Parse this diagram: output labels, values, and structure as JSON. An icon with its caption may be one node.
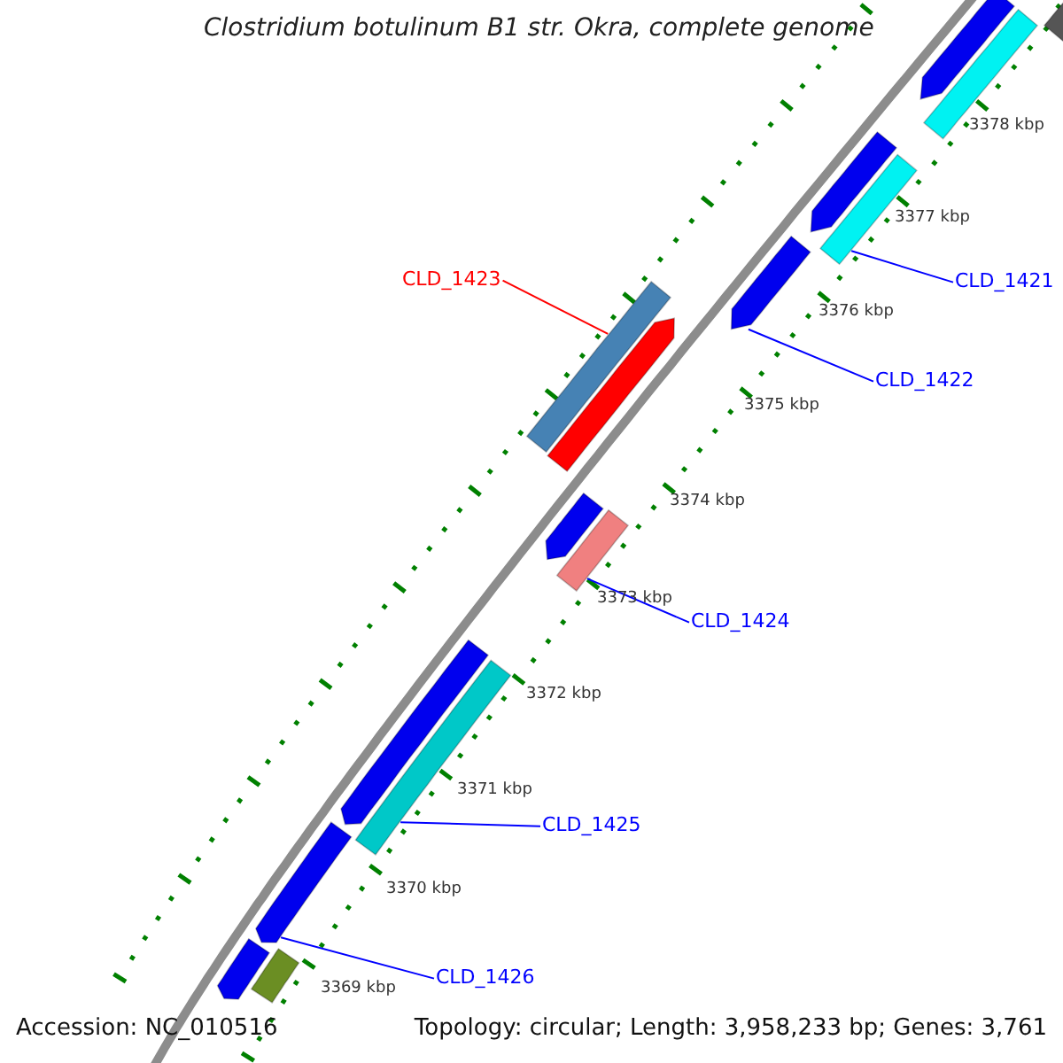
{
  "diagram": {
    "title": "Clostridium botulinum B1 str. Okra, complete genome",
    "nodes": [
      {
        "text": [
          "CLD_1423"
        ]
      },
      {
        "text": [
          "CLD_1421"
        ]
      },
      {
        "text": [
          "CLD_1422"
        ]
      },
      {
        "text": [
          "CLD_1424"
        ]
      },
      {
        "text": [
          "CLD_1425"
        ]
      },
      {
        "text": [
          "CLD_1426"
        ]
      },
      {
        "text": [],
        "shape": "bar"
      },
      {
        "text": [],
        "shape": "bar"
      },
      {
        "text": [],
        "shape": "bar"
      },
      {
        "text": [],
        "shape": "bar"
      },
      {
        "text": [],
        "shape": "bar"
      },
      {
        "text": [],
        "shape": "bar"
      },
      {
        "text": [],
        "shape": "bar"
      },
      {
        "text": [],
        "shape": "bar"
      },
      {
        "text": [],
        "shape": "bar"
      },
      {
        "text": [],
        "shape": "bar"
      },
      {
        "text": [],
        "shape": "bar"
      },
      {
        "text": [],
        "shape": "bar"
      },
      {
        "text": [],
        "shape": "bar"
      },
      {
        "text": [],
        "shape": "bar"
      },
      {
        "text": [],
        "shape": "bar"
      }
    ],
    "edges": [
      {
        "from": 0,
        "to": 12,
        "arrow": "none",
        "color": "#ff0000"
      },
      {
        "from": 1,
        "to": 10,
        "arrow": "none"
      },
      {
        "from": 2,
        "to": 11,
        "arrow": "none"
      },
      {
        "from": 3,
        "to": 15,
        "arrow": "none"
      },
      {
        "from": 4,
        "to": 17,
        "arrow": "none"
      },
      {
        "from": 5,
        "to": 18,
        "arrow": "none"
      }
    ],
    "labels": [
      "3378 kbp",
      "3377 kbp",
      "3376 kbp",
      "3375 kbp",
      "3374 kbp",
      "3373 kbp",
      "3372 kbp",
      "3371 kbp",
      "3370 kbp",
      "3369 kbp",
      "Accession: NC_010516",
      "Topology: circular; Length: 3,958,233 bp; Genes: 3,761"
    ]
  }
}
